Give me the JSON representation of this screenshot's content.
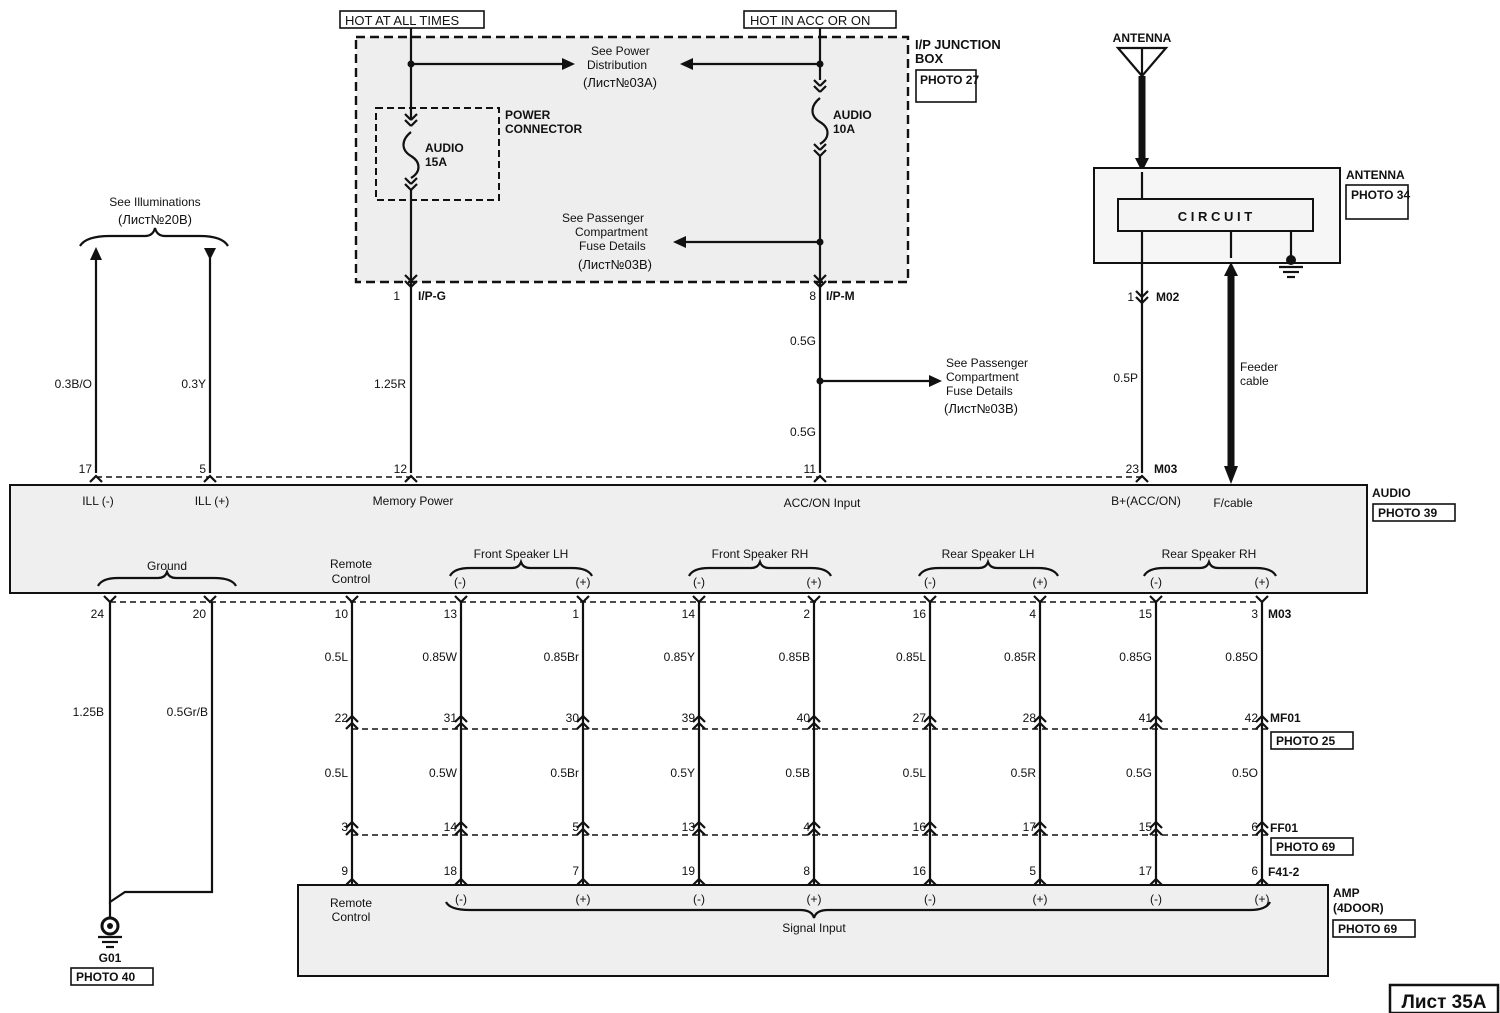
{
  "sheet": "Лист 35A",
  "supply": {
    "hot_all_times": "HOT AT ALL TIMES",
    "hot_acc_on": "HOT IN ACC OR ON"
  },
  "junction_box": {
    "label_line1": "I/P JUNCTION",
    "label_line2": "BOX",
    "photo": "PHOTO 27",
    "power_connector_line1": "POWER",
    "power_connector_line2": "CONNECTOR",
    "see_power_line1": "See Power",
    "see_power_line2": "Distribution",
    "see_power_line3": "(Лист№03A)",
    "see_fuse_line1": "See Passenger",
    "see_fuse_line2": "Compartment",
    "see_fuse_line3": "Fuse Details",
    "see_fuse_line4": "(Лист№03B)",
    "fuse_left_line1": "AUDIO",
    "fuse_left_line2": "15A",
    "fuse_right_line1": "AUDIO",
    "fuse_right_line2": "10A",
    "pin_left": "1",
    "conn_left": "I/P-G",
    "pin_right": "8",
    "conn_right": "I/P-M"
  },
  "illuminations": {
    "line1": "See Illuminations",
    "line2": "(Лист№20B)"
  },
  "upper_wires": {
    "ill_minus": "0.3B/O",
    "ill_plus": "0.3Y",
    "memory": "1.25R",
    "acc_top": "0.5G",
    "acc_bottom": "0.5G",
    "bplus": "0.5P",
    "feeder_line1": "Feeder",
    "feeder_line2": "cable"
  },
  "splice_note": {
    "line1": "See Passenger",
    "line2": "Compartment",
    "line3": "Fuse Details",
    "line4": "(Лист№03B)"
  },
  "antenna": {
    "top_label": "ANTENNA",
    "box_label": "ANTENNA",
    "photo": "PHOTO 34",
    "circuit": "C I R C U I T",
    "pin": "1",
    "conn": "M02"
  },
  "audio": {
    "label": "AUDIO",
    "photo": "PHOTO 39",
    "top_pins": [
      "17",
      "5",
      "12",
      "11",
      "23"
    ],
    "top_conn": "M03",
    "ill_minus": "ILL (-)",
    "ill_plus": "ILL (+)",
    "memory": "Memory Power",
    "acc": "ACC/ON Input",
    "bplus": "B+(ACC/ON)",
    "fcable": "F/cable",
    "ground": "Ground",
    "remote_line1": "Remote",
    "remote_line2": "Control",
    "front_lh": "Front Speaker LH",
    "front_rh": "Front Speaker RH",
    "rear_lh": "Rear Speaker LH",
    "rear_rh": "Rear Speaker RH",
    "minus": "(-)",
    "plus": "(+)",
    "bottom_conn": "M03"
  },
  "ground_wires": {
    "pins": [
      "24",
      "20"
    ],
    "wires": [
      "1.25B",
      "0.5Gr/B"
    ],
    "ground": "G01",
    "photo": "PHOTO 40"
  },
  "harness": {
    "audio_pins": [
      "10",
      "13",
      "1",
      "14",
      "2",
      "16",
      "4",
      "15",
      "3"
    ],
    "wires_upper": [
      "0.5L",
      "0.85W",
      "0.85Br",
      "0.85Y",
      "0.85B",
      "0.85L",
      "0.85R",
      "0.85G",
      "0.85O"
    ],
    "mf01_pins": [
      "22",
      "31",
      "30",
      "39",
      "40",
      "27",
      "28",
      "41",
      "42"
    ],
    "mf01_conn": "MF01",
    "mf01_photo": "PHOTO 25",
    "wires_lower": [
      "0.5L",
      "0.5W",
      "0.5Br",
      "0.5Y",
      "0.5B",
      "0.5L",
      "0.5R",
      "0.5G",
      "0.5O"
    ],
    "ff01_pins": [
      "3",
      "14",
      "5",
      "13",
      "4",
      "16",
      "17",
      "15",
      "6"
    ],
    "ff01_conn": "FF01",
    "ff01_photo": "PHOTO 69",
    "amp_pins": [
      "9",
      "18",
      "7",
      "19",
      "8",
      "16",
      "5",
      "17",
      "6"
    ],
    "amp_conn": "F41-2"
  },
  "amp": {
    "label_line1": "AMP",
    "label_line2": "(4DOOR)",
    "photo": "PHOTO 69",
    "remote_line1": "Remote",
    "remote_line2": "Control",
    "signal": "Signal Input",
    "minus": "(-)",
    "plus": "(+)"
  }
}
